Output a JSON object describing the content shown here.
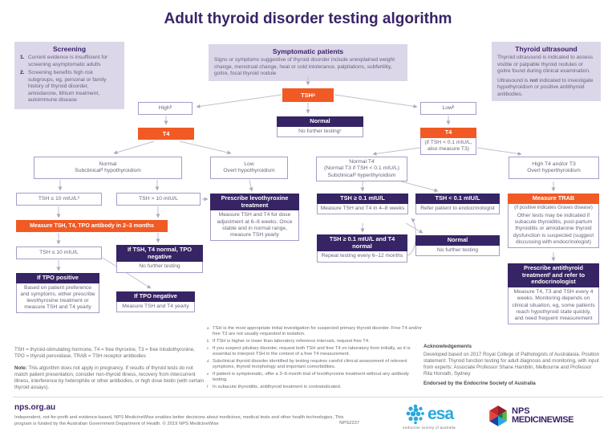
{
  "title": "Adult thyroid disorder testing algorithm",
  "panels": {
    "screening": {
      "heading": "Screening",
      "item1_num": "1.",
      "item1": "Current evidence is insufficient for screening asymptomatic adults",
      "item2_num": "2.",
      "item2": "Screening benefits high risk subgroups, eg, personal or family history of thyroid disorder, amiodarone, lithium treatment, autoimmune disease"
    },
    "symptomatic": {
      "heading": "Symptomatic patients",
      "body": "Signs or symptoms suggestive of thyroid disorder include unexplained weight change, menstrual change, heat or cold intolerance, palpitations, subfertility, goitre, focal thyroid nodule"
    },
    "ultrasound": {
      "heading": "Thyroid ultrasound",
      "para1": "Thyroid ultrasound is indicated to assess visible or palpable thyroid nodules or goitre found during clinical examination.",
      "para2_pre": "Ultrasound is ",
      "para2_bold": "not",
      "para2_post": " indicated to investigate hypothyroidism or positive antithyroid antibodies."
    }
  },
  "nodes": {
    "tsh": "TSHᵃ",
    "high": "Highᵇ",
    "low": "Lowᵇ",
    "normal": {
      "head": "Normal",
      "body": "No further testingᶜ"
    },
    "t4_left": "T4",
    "t4_right": {
      "head": "T4",
      "body": "(if TSH < 0.1 mIU/L, also measure T3)"
    },
    "subclinical_hypo": {
      "line1": "Normal",
      "line2": "Subclinicalᵈ hypothyroidism"
    },
    "overt_hypo": {
      "line1": "Low",
      "line2": "Overt hypothyroidism"
    },
    "subclinical_hyper": {
      "line1": "Normal T4",
      "line2": "(Normal T3 if TSH < 0.1 mIU/L)",
      "line3": "Subclinicalᵈ hyperthyroidism"
    },
    "overt_hyper": {
      "line1": "High T4 and/or T3",
      "line2": "Overt hyperthyroidism"
    },
    "tsh_le10_e": "TSH ≤ 10 mIU/Lᵉ",
    "tsh_gt10": "TSH > 10 mIU/L",
    "prescribe_levo": {
      "head": "Prescribe levothyroxine treatment",
      "body": "Measure TSH and T4 for dose adjustment at 6–8 weeks. Once stable and in normal range, measure TSH yearly"
    },
    "tsh_ge01": {
      "head": "TSH ≥ 0.1 mIU/L",
      "body": "Measure TSH and T4 in 4–8 weeks"
    },
    "tsh_lt01": {
      "head": "TSH < 0.1 mIU/L",
      "body": "Refer patient to endocrinologist"
    },
    "measure_trab": {
      "head": "Measure TRAB",
      "sub": "(if positive indicates Graves disease)",
      "body": "Other tests may be indicated if subacute thyroiditis, post-partum thyroiditis or amiodarone thyroid dysfunction is suspected (suggest discussing with endocrinologist)"
    },
    "measure_bar": "Measure TSH, T4, TPO antibody in 2–3 months",
    "tsh_le10_2": "TSH ≤ 10 mIU/L",
    "tsh_t4_normal": {
      "head": "If TSH, T4 normal, TPO negative",
      "body": "No further testing"
    },
    "ge01_t4_normal": {
      "head": "TSH ≥ 0.1 mIU/L and T4 normal",
      "body": "Repeat testing every 6–12 months"
    },
    "normal_right": {
      "head": "Normal",
      "body": "No further testing"
    },
    "tpo_positive": {
      "head": "If TPO positive",
      "body": "Based on patient preference and symptoms, either prescribe levothyroxine treatment or measure TSH and T4 yearly"
    },
    "tpo_negative": {
      "head": "If TPO negative",
      "body": "Measure TSH and T4 yearly"
    },
    "antithyroid": {
      "head": "Prescribe antithyroid treatmentᶠ and refer to endocrinologist",
      "body": "Measure T4, T3 and TSH every 4 weeks. Monitoring depends on clinical situation, eg, some patients reach hypothyroid state quickly, and need frequent measurement"
    }
  },
  "footnotes": {
    "abbrev": "TSH = thyroid-stimulating hormone, T4 = free thyroxine, T3 = free triiodothyronine, TPO = thyroid peroxidase, TRAB = TSH receptor antibodies",
    "note_label": "Note:",
    "note": " This algorithm does not apply in pregnancy. If results of thyroid tests do not match patient presentation, consider non-thyroid illness, recovery from intercurrent illness, interference by heterophile or other antibodies, or high dose biotin (with certain thyroid assays).",
    "items": [
      {
        "sup": "a",
        "text": "TSH is the most appropriate initial investigation for suspected primary thyroid disorder. Free T4 and/or free T3 are not usually requested in isolation."
      },
      {
        "sup": "b",
        "text": "If TSH is higher or lower than laboratory reference intervals, request free T4."
      },
      {
        "sup": "c",
        "text": "If you suspect pituitary disorder, request both TSH and free T4 on laboratory form initially, as it is essential to interpret TSH in the context of a free T4 measurement."
      },
      {
        "sup": "d",
        "text": "Subclinical thyroid disorder identified by testing requires careful clinical assessment of relevant symptoms, thyroid morphology and important comorbidities."
      },
      {
        "sup": "e",
        "text": "If patient is symptomatic, offer a 3–6-month trial of levothyroxine treatment without any antibody testing."
      },
      {
        "sup": "f",
        "text": "In subacute thyroiditis, antithyroid treatment is contraindicated."
      }
    ]
  },
  "acknowledgements": {
    "heading": "Acknowledgements",
    "body": "Developed based on 2017 Royal College of Pathologists of Australasia. Position statement: Thyroid function testing for adult diagnosis and monitoring, with input from experts: Associate Professor Shane Hamblin, Melbourne and Professor Rita Horvath, Sydney",
    "endorsed": "Endorsed by the Endocrine Society of Australia"
  },
  "footer": {
    "site": "nps.org.au",
    "fine_print": "Independent, not-for-profit and evidence-based, NPS MedicineWise enables better decisions about medicines, medical tests and other health technologies. This program is funded by the Australian Government Department of Health. © 2019 NPS MedicineWise",
    "code": "NPS2237",
    "esa_word": "esa",
    "esa_sub": "endocrine society of australia",
    "nps_line1": "NPS",
    "nps_line2": "MEDICINEWISE"
  },
  "colors": {
    "purple": "#362465",
    "orange": "#F15A24",
    "panel_bg": "#DCD6E9",
    "esa_blue": "#29A8E0"
  }
}
